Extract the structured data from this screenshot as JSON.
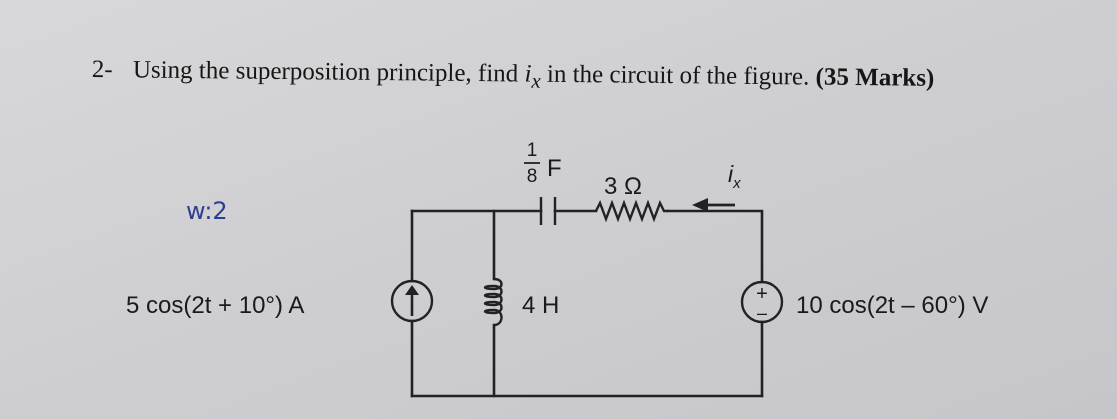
{
  "question": {
    "number": "2-",
    "text_before": "Using the superposition principle, find",
    "variable": "i",
    "variable_sub": "x",
    "text_after": "in the circuit of the figure.",
    "marks": "(35 Marks)"
  },
  "annotation": {
    "handwritten_note": "w:2"
  },
  "circuit": {
    "current_source": {
      "label": "5 cos(2t + 10°) A"
    },
    "capacitor": {
      "value_numerator": "1",
      "value_denominator": "8",
      "unit": "F"
    },
    "resistor": {
      "label": "3 Ω"
    },
    "current_arrow": {
      "label_main": "i",
      "label_sub": "x"
    },
    "inductor": {
      "label": "4 H"
    },
    "voltage_source": {
      "label": "10 cos(2t – 60°) V",
      "plus": "+",
      "minus": "–"
    }
  }
}
